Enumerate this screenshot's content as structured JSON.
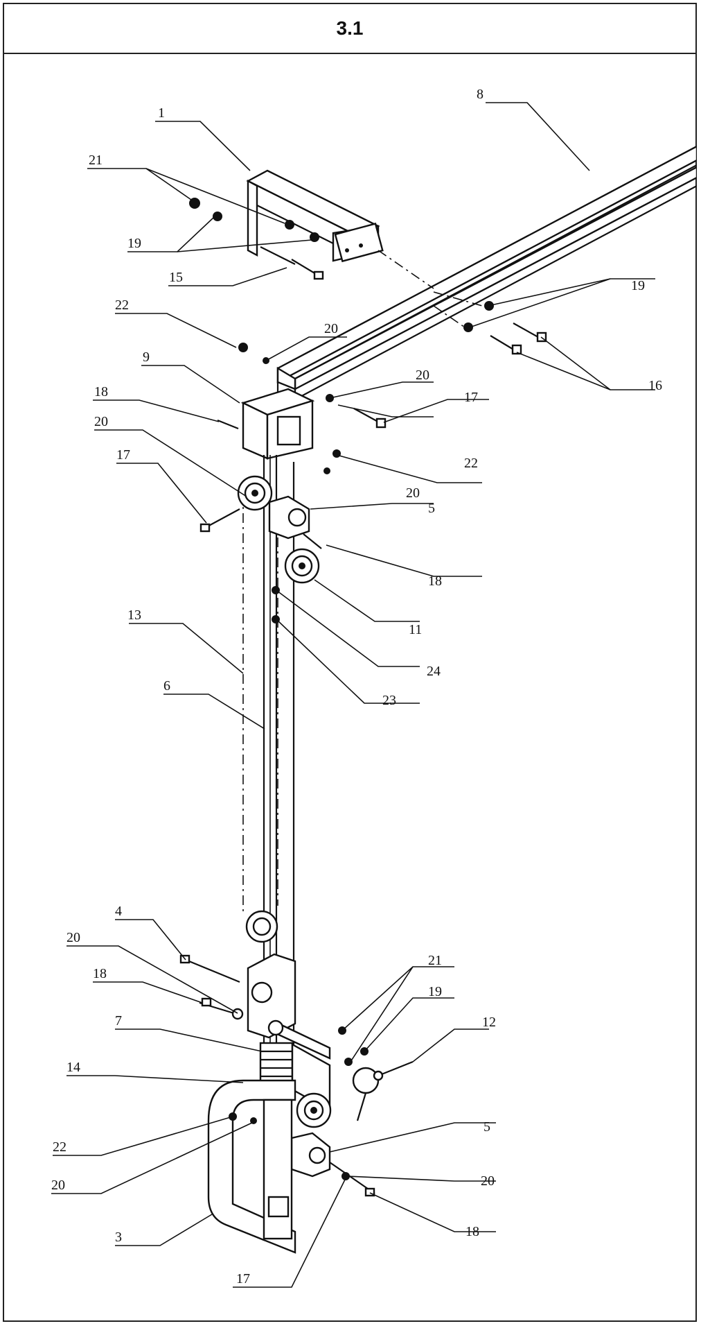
{
  "header": {
    "title": "3.1"
  },
  "callouts": [
    "1",
    "8",
    "21",
    "19",
    "15",
    "19",
    "22",
    "20",
    "9",
    "20",
    "16",
    "18",
    "17",
    "20",
    "22",
    "17",
    "20",
    "5",
    "18",
    "11",
    "24",
    "13",
    "23",
    "6",
    "4",
    "20",
    "21",
    "18",
    "19",
    "12",
    "7",
    "14",
    "5",
    "22",
    "20",
    "20",
    "3",
    "18",
    "17"
  ]
}
